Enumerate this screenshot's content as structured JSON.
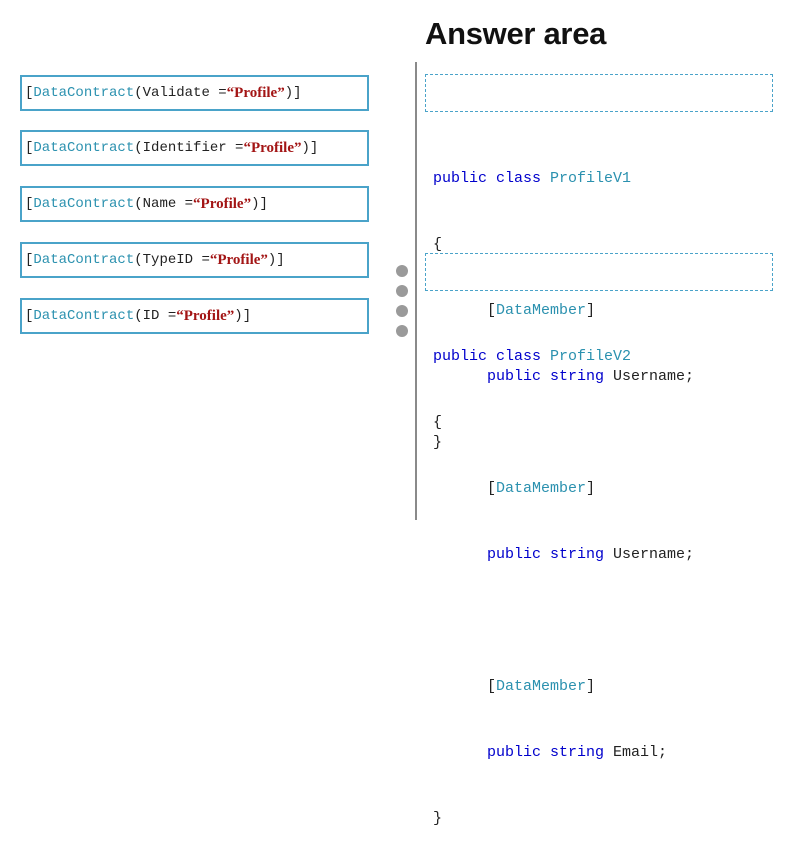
{
  "answer_area": {
    "title": "Answer area"
  },
  "options": [
    {
      "open": "[",
      "attr": "DataContract",
      "param": "(Validate = ",
      "value": "“Profile”",
      "close": ")]"
    },
    {
      "open": "[",
      "attr": "DataContract",
      "param": "(Identifier = ",
      "value": "“Profile”",
      "close": ")]"
    },
    {
      "open": "[",
      "attr": "DataContract",
      "param": "(Name = ",
      "value": "“Profile”",
      "close": ")]"
    },
    {
      "open": "[",
      "attr": "DataContract",
      "param": "(TypeID = ",
      "value": "“Profile”",
      "close": ")]"
    },
    {
      "open": "[",
      "attr": "DataContract",
      "param": "(ID = ",
      "value": "“Profile”",
      "close": ")]"
    }
  ],
  "code": {
    "v1": {
      "kw": "public class ",
      "name": "ProfileV1",
      "open_brace": "{",
      "member_attr": "DataMember",
      "prop_kw": "public string",
      "prop_name": " Username;",
      "close_brace": "}"
    },
    "v2": {
      "kw": "public class ",
      "name": "ProfileV2",
      "open_brace": "{",
      "member1_attr": "DataMember",
      "prop1_kw": "public string",
      "prop1_name": " Username;",
      "member2_attr": "DataMember",
      "prop2_kw": "public string",
      "prop2_name": " Email;",
      "close_brace": "}"
    }
  },
  "colors": {
    "type": "#2b91af",
    "keyword": "#0000cc",
    "string": "#a31515",
    "border": "#4aa3c9"
  }
}
